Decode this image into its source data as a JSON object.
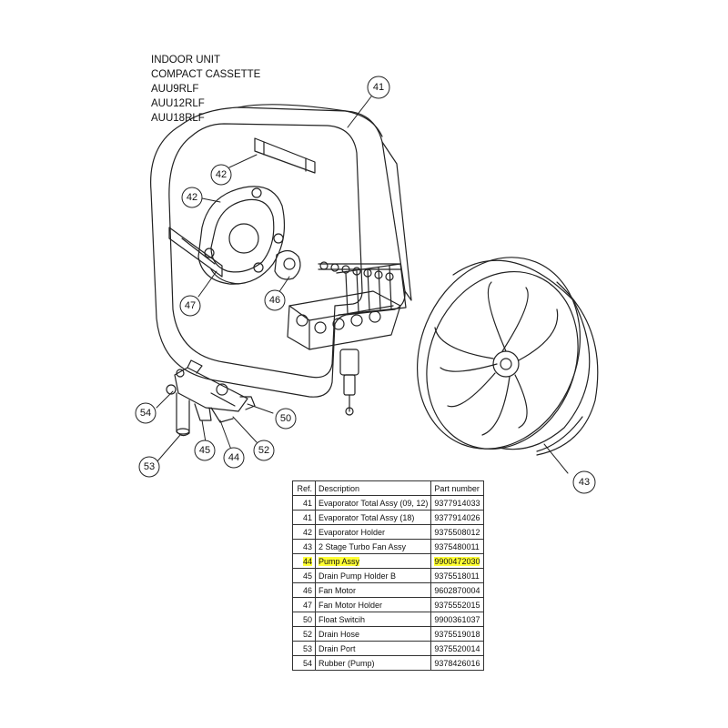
{
  "header": {
    "lines": [
      "INDOOR UNIT",
      "COMPACT CASSETTE",
      "AUU9RLF",
      "AUU12RLF",
      "AUU18RLF"
    ]
  },
  "callouts": {
    "c41": "41",
    "c42a": "42",
    "c42b": "42",
    "c47": "47",
    "c46": "46",
    "c43": "43",
    "c54": "54",
    "c50": "50",
    "c53": "53",
    "c45": "45",
    "c44": "44",
    "c52": "52"
  },
  "table": {
    "headers": {
      "ref": "Ref.",
      "description": "Description",
      "part_number": "Part number"
    },
    "rows": [
      {
        "ref": "41",
        "description": "Evaporator Total Assy (09, 12)",
        "part_number": "9377914033"
      },
      {
        "ref": "41",
        "description": "Evaporator  Total Assy (18)",
        "part_number": "9377914026"
      },
      {
        "ref": "42",
        "description": "Evaporator  Holder",
        "part_number": "9375508012"
      },
      {
        "ref": "43",
        "description": "2 Stage Turbo Fan Assy",
        "part_number": "9375480011"
      },
      {
        "ref": "44",
        "description": "Pump Assy",
        "part_number": "9900472030"
      },
      {
        "ref": "45",
        "description": "Drain Pump Holder B",
        "part_number": "9375518011"
      },
      {
        "ref": "46",
        "description": "Fan Motor",
        "part_number": "9602870004"
      },
      {
        "ref": "47",
        "description": "Fan Motor Holder",
        "part_number": "9375552015"
      },
      {
        "ref": "50",
        "description": "Float Switcih",
        "part_number": "9900361037"
      },
      {
        "ref": "52",
        "description": "Drain Hose",
        "part_number": "9375519018"
      },
      {
        "ref": "53",
        "description": "Drain Port",
        "part_number": "9375520014"
      },
      {
        "ref": "54",
        "description": "Rubber (Pump)",
        "part_number": "9378426016"
      }
    ],
    "highlight_color": "#ffff33"
  }
}
